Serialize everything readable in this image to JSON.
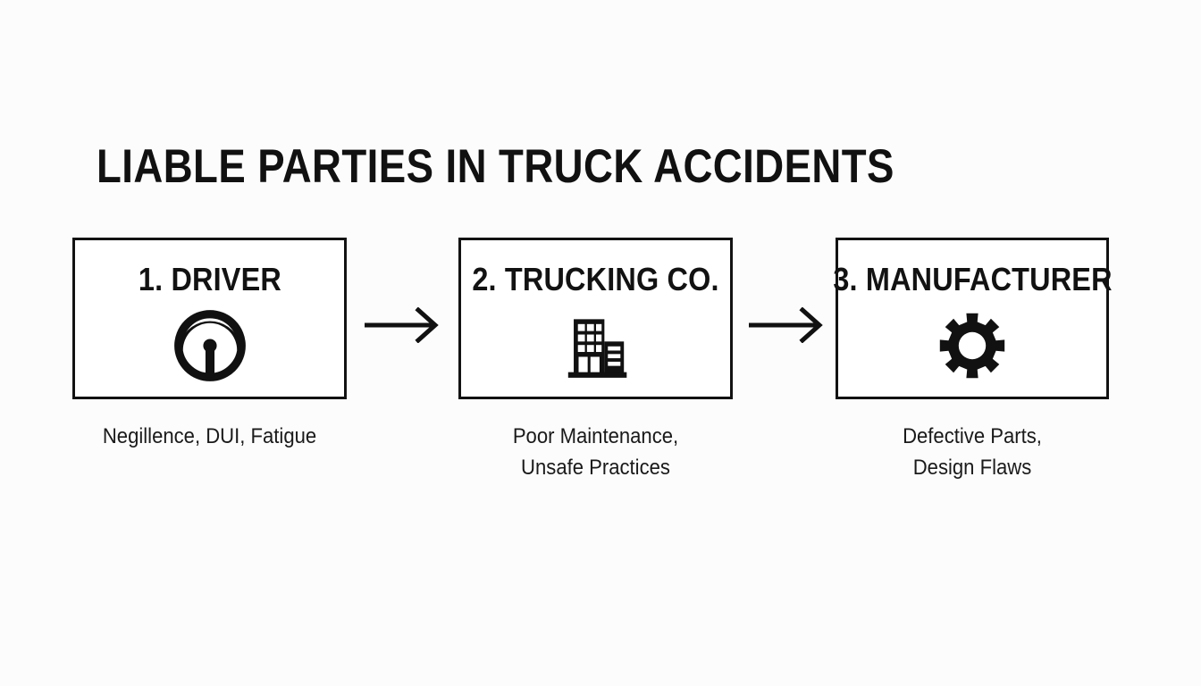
{
  "page": {
    "title": "LIABLE PARTIES IN TRUCK ACCIDENTS",
    "background_color": "#fcfcfc",
    "ink_color": "#121212"
  },
  "diagram": {
    "type": "linear-flow",
    "connector_label": "arrow-right",
    "nodes": [
      {
        "title": "1. DRIVER",
        "icon": "steering-wheel-icon",
        "caption_lines": [
          "Negillence, DUI, Fatigue"
        ]
      },
      {
        "title": "2. TRUCKING CO.",
        "icon": "office-building-icon",
        "caption_lines": [
          "Poor Maintenance,",
          "Unsafe Practices"
        ]
      },
      {
        "title": "3. MANUFACTURER",
        "icon": "gear-icon",
        "caption_lines": [
          "Defective Parts,",
          "Design Flaws"
        ]
      }
    ]
  }
}
